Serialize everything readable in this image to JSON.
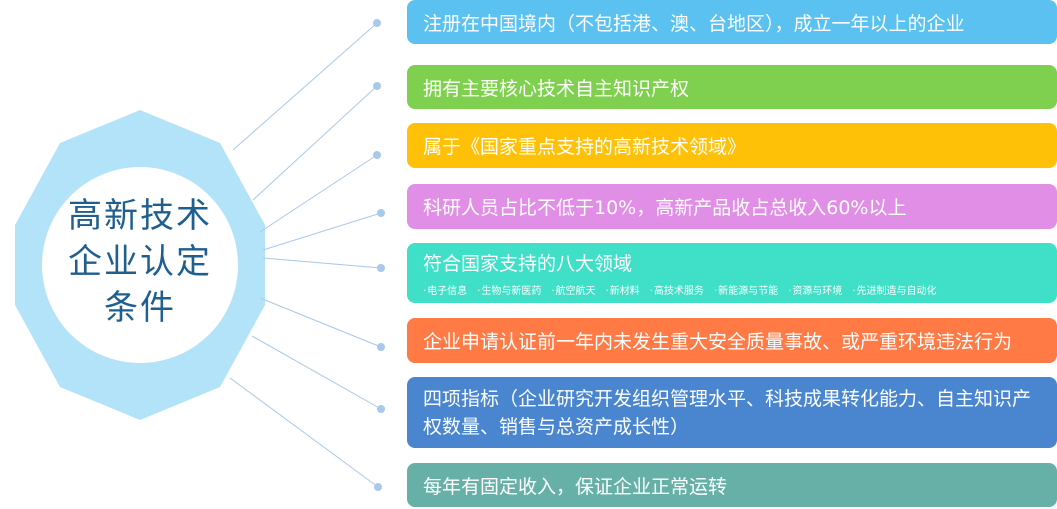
{
  "hub": {
    "lines": [
      "高新技术",
      "企业认定",
      "条件"
    ],
    "fill": "#b3e3f8",
    "inner_fill": "#ffffff",
    "text_color": "#1f5f8f"
  },
  "connector_color": "#a9c8ea",
  "items": [
    {
      "text": "注册在中国境内（不包括港、澳、台地区），成立一年以上的企业",
      "color": "#5ac1f0"
    },
    {
      "text": "拥有主要核心技术自主知识产权",
      "color": "#7ed04e"
    },
    {
      "text": "属于《国家重点支持的高新技术领域》",
      "color": "#ffc107"
    },
    {
      "text": "科研人员占比不低于10%，高新产品收占总收入60%以上",
      "color": "#e18fe6"
    },
    {
      "text": "符合国家支持的八大领域",
      "color": "#40e0c8",
      "tags": [
        "电子信息",
        "生物与新医药",
        "航空航天",
        "新材料",
        "高技术服务",
        "新能源与节能",
        "资源与环境",
        "先进制造与自动化"
      ]
    },
    {
      "text": "企业申请认证前一年内未发生重大安全质量事故、或严重环境违法行为",
      "color": "#ff7a45"
    },
    {
      "text": "四项指标（企业研究开发组织管理水平、科技成果转化能力、自主知识产权数量、销售与总资产成长性）",
      "color": "#4a86cf"
    },
    {
      "text": "每年有固定收入，保证企业正常运转",
      "color": "#66b0a8"
    }
  ]
}
